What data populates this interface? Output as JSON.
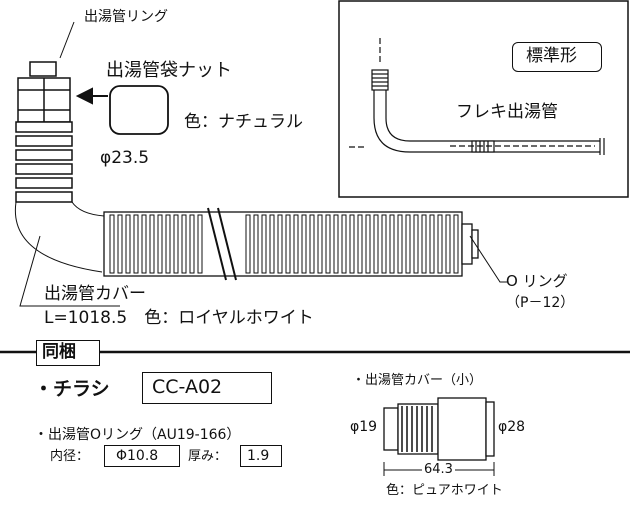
{
  "top": {
    "ring_label": "出湯管リング",
    "nut_label": "出湯管袋ナット",
    "nut_color": "色：ナチュラル",
    "nut_diameter": "φ23.5",
    "inset_badge": "標準形",
    "inset_flex": "フレキ出湯管",
    "cover_label": "出湯管カバー",
    "cover_spec": "L=1018.5　色：ロイヤルホワイト",
    "oring_label": "O リング",
    "oring_code": "（P－12）"
  },
  "bundle": {
    "header": "同梱",
    "flyer_label": "・チラシ",
    "flyer_code": "CC-A02",
    "oring_title": "・出湯管Oリング（AU19-166）",
    "inner_label": "内径：",
    "inner_value": "Φ10.8",
    "thick_label": "厚み：",
    "thick_value": "1.9"
  },
  "small_cover": {
    "title": "・出湯管カバー（小）",
    "d_left": "φ19",
    "d_right": "φ28",
    "length": "64.3",
    "color": "色：ピュアホワイト"
  }
}
